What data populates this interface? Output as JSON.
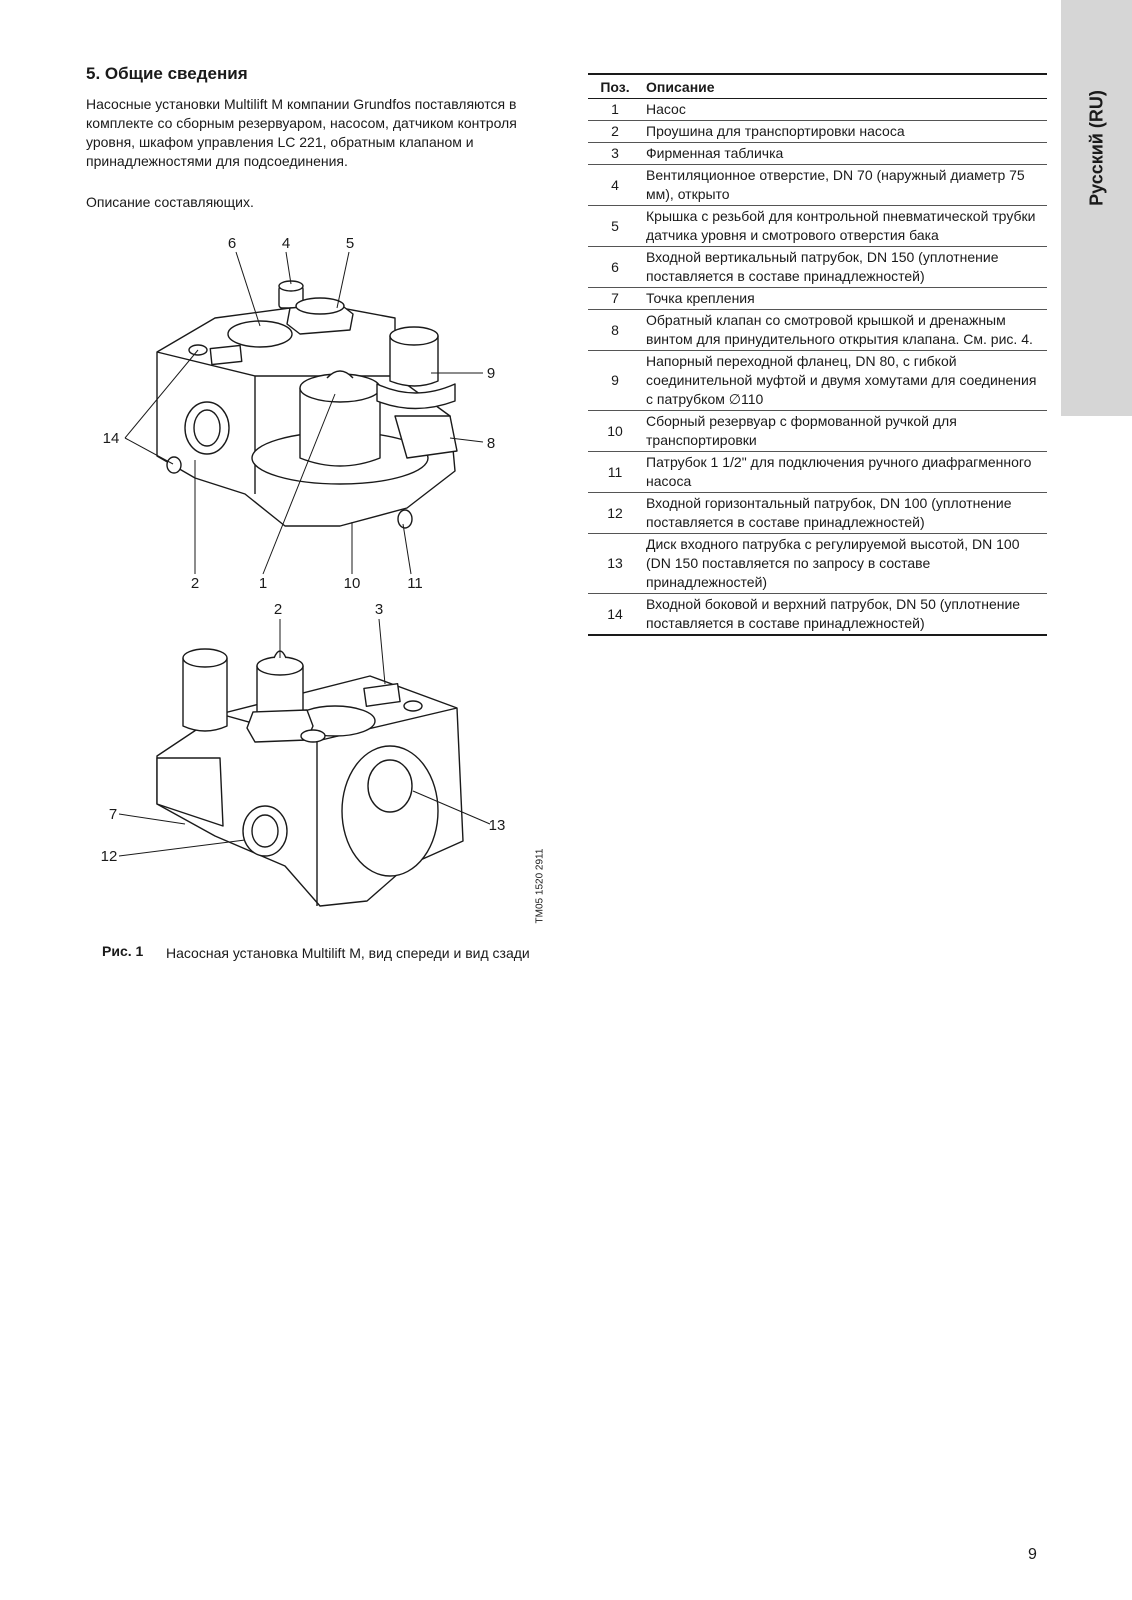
{
  "side_tab": "Русский (RU)",
  "section": {
    "title": "5. Общие сведения",
    "intro": "Насосные установки Multilift M компании Grundfos поставляются в комплекте со сборным резервуаром, насосом, датчиком контроля уровня, шкафом управления LC 221, обратным клапаном и принадлежностями для подсоединения.",
    "intro2": "Описание составляющих."
  },
  "figure": {
    "code": "TM05 1520 2911",
    "caption_label": "Рис. 1",
    "caption_text": "Насосная установка Multilift M, вид спереди и вид сзади",
    "callouts_front": [
      "6",
      "4",
      "5",
      "9",
      "14",
      "8",
      "2",
      "1",
      "10",
      "11"
    ],
    "callouts_back": [
      "2",
      "3",
      "7",
      "12",
      "13"
    ]
  },
  "table": {
    "headers": [
      "Поз.",
      "Описание"
    ],
    "rows": [
      {
        "pos": "1",
        "desc": "Насос"
      },
      {
        "pos": "2",
        "desc": "Проушина для транспортировки насоса"
      },
      {
        "pos": "3",
        "desc": "Фирменная табличка"
      },
      {
        "pos": "4",
        "desc": "Вентиляционное отверстие, DN 70 (наружный диаметр 75 мм), открыто"
      },
      {
        "pos": "5",
        "desc": "Крышка с резьбой для контрольной пневматической трубки датчика уровня и смотрового отверстия бака"
      },
      {
        "pos": "6",
        "desc": "Входной вертикальный патрубок, DN 150 (уплотнение поставляется в составе принадлежностей)"
      },
      {
        "pos": "7",
        "desc": "Точка крепления"
      },
      {
        "pos": "8",
        "desc": "Обратный клапан со смотровой крышкой и дренажным винтом для принудительного открытия клапана. См. рис. 4."
      },
      {
        "pos": "9",
        "desc": "Напорный переходной фланец, DN 80, с гибкой соединительной муфтой и двумя хомутами для соединения с патрубком ∅110"
      },
      {
        "pos": "10",
        "desc": "Сборный резервуар с формованной ручкой для транспортировки"
      },
      {
        "pos": "11",
        "desc": "Патрубок 1 1/2\" для подключения ручного диафрагменного насоса"
      },
      {
        "pos": "12",
        "desc": "Входной горизонтальный патрубок, DN 100 (уплотнение поставляется в составе принадлежностей)"
      },
      {
        "pos": "13",
        "desc": "Диск входного патрубка с регулируемой высотой, DN 100 (DN 150 поставляется по запросу в составе принадлежностей)"
      },
      {
        "pos": "14",
        "desc": "Входной боковой и верхний патрубок, DN 50 (уплотнение поставляется в составе принадлежностей)"
      }
    ]
  },
  "page_number": "9"
}
